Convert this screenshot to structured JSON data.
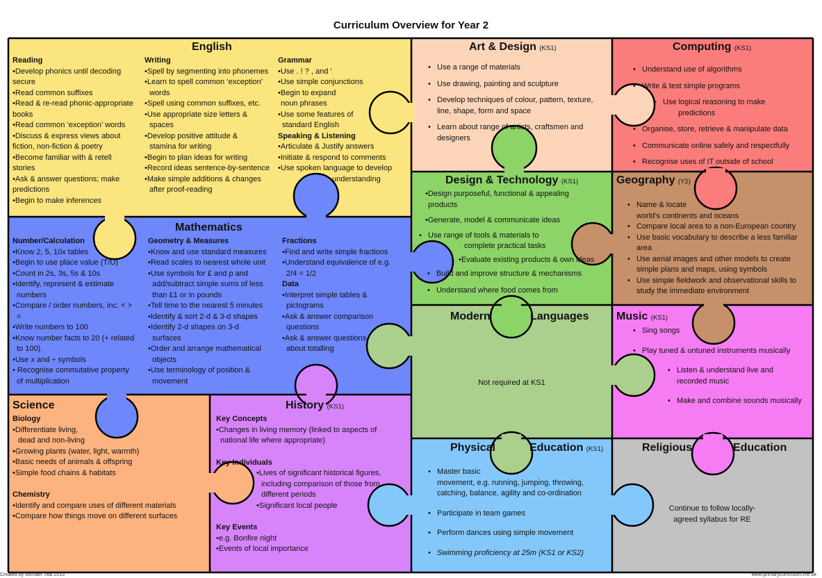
{
  "title": "Curriculum Overview for Year 2",
  "colors": {
    "english": "#fbe57e",
    "art": "#fcd5b8",
    "computing": "#fb7d7b",
    "dt": "#8dd468",
    "geography": "#c6906a",
    "maths": "#6e87fb",
    "mfl": "#abd08e",
    "music": "#f67cf4",
    "science": "#fdb37f",
    "history": "#d784fb",
    "pe": "#84c8fb",
    "re": "#c2c2c2",
    "outline": "#000000"
  },
  "english": {
    "heading": "English",
    "reading_title": "Reading",
    "reading": [
      "•Develop phonics until decoding",
      "secure",
      "•Read common suffixes",
      "•Read & re-read phonic-appropriate",
      "books",
      "•Read common ‘exception’ words",
      "•Discuss & express views about",
      "fiction, non-fiction & poetry",
      "•Become familiar with & retell",
      "stories",
      "•Ask & answer questions; make",
      "predictions",
      "•Begin to make inferences"
    ],
    "writing_title": "Writing",
    "writing": [
      "•Spell by segmenting into phonemes",
      "•Learn to spell common ‘exception’",
      "words",
      "•Spell using common suffixes, etc.",
      "•Use appropriate size letters &",
      "spaces",
      "•Develop positive attitude &",
      "stamina for writing",
      "•Begin to plan ideas for writing",
      "•Record ideas sentence-by-sentence",
      "•Make simple additions & changes",
      "after proof-reading"
    ],
    "grammar_title": "Grammar",
    "grammar": [
      "•Use . ! ? , and ’",
      "•Use simple conjunctions",
      "•Begin to expand",
      " noun phrases",
      "•Use some features of",
      "standard English"
    ],
    "speaking_title": "Speaking & Listening",
    "speaking": [
      "•Articulate & Justify answers",
      "•Initiate & respond to comments",
      "•Use spoken language to develop",
      "understanding"
    ]
  },
  "art": {
    "heading": "Art & Design",
    "stage": "(KS1)",
    "items": [
      "Use a range of materials",
      "Use drawing, painting and sculpture",
      "Develop techniques of colour, pattern, texture,",
      "line, shape, form and space",
      "Learn about range of artists, craftsmen and",
      "designers"
    ]
  },
  "computing": {
    "heading": "Computing",
    "stage": "(KS1)",
    "items": [
      "Understand use of algorithms",
      "Write & test simple programs",
      "Use logical reasoning to make",
      "predictions",
      "Organise, store, retrieve & manipulate data",
      "Communicate online safely and respectfully",
      "Recognise uses of IT outside of school"
    ]
  },
  "dt": {
    "heading": "Design & Technology",
    "stage": "(KS1)",
    "items": [
      "•Design purposeful, functional & appealing",
      "products",
      "•Generate, model & communicate ideas",
      "Use range of tools & materials to",
      "complete practical tasks",
      "•Evaluate existing products & own ideas",
      "Build and improve structure & mechanisms",
      "Understand where food comes from"
    ]
  },
  "geography": {
    "heading": "Geography",
    "stage": "(Y2)",
    "items": [
      "Name & locate",
      "world’s continents and oceans",
      "Compare local area to a non-European country",
      "Use basic vocabulary to describe a less familiar",
      "area",
      "Use aerial images and other models to create",
      "simple plans and maps, using symbols",
      "Use simple fieldwork and observational skills to",
      "study the immediate environment"
    ]
  },
  "maths": {
    "heading": "Mathematics",
    "number_title": "Number/Calculation",
    "number": [
      "•Know 2, 5, 10x tables",
      "•Begin to use place value (T/U)",
      "•Count in 2s, 3s, 5s & 10s",
      "•Identify, represent & estimate",
      "numbers",
      "•Compare / order numbers, inc. < >",
      "=",
      "•Write numbers to 100",
      "•Know number facts to 20 (+ related",
      "to 100)",
      "•Use x  and ÷ symbols",
      "• Recognise commutative property",
      "of multiplication"
    ],
    "geometry_title": "Geometry & Measures",
    "geometry": [
      "•Know and use standard measures",
      "•Read scales to nearest whole unit",
      "•Use symbols for £ and p and",
      "add/subtract simple sums of less",
      "than £1 or in pounds",
      "•Tell time to the nearest 5 minutes",
      "•Identify & sort 2-d & 3-d shapes",
      "•Identify 2-d shapes on 3-d",
      "surfaces",
      "•Order and arrange mathematical",
      "objects",
      "•Use terminology of position &",
      "movement"
    ],
    "fractions_title": "Fractions",
    "fractions": [
      "•Find and write simple fractions",
      "•Understand equivalence of e.g.",
      "2/4 = 1/2"
    ],
    "data_title": "Data",
    "data": [
      "•Interpret simple tables &",
      "pictograms",
      "•Ask & answer comparison",
      "questions",
      "•Ask & answer questions",
      "about totalling"
    ]
  },
  "mfl": {
    "heading_left": "Modern",
    "heading_right": "Languages",
    "note": "Not required at KS1"
  },
  "music": {
    "heading": "Music",
    "stage": "(KS1)",
    "items": [
      "Sing songs",
      "Play tuned & untuned instruments musically",
      "Listen & understand live and",
      "recorded music",
      "Make and combine sounds musically"
    ]
  },
  "science": {
    "heading": "Science",
    "biology_title": "Biology",
    "biology": [
      "•Differentiate living,",
      "  dead and non-living",
      "•Growing plants (water, light, warmth)",
      "•Basic needs of animals & offspring",
      "•Simple food chains & habitats"
    ],
    "chemistry_title": "Chemistry",
    "chemistry": [
      "•Identify and compare uses of different materials",
      "•Compare how things move on different surfaces"
    ]
  },
  "history": {
    "heading": "History",
    "stage": "(KS1)",
    "concepts_title": "Key Concepts",
    "concepts": [
      "•Changes in living memory (linked to aspects of",
      "national life where appropriate)"
    ],
    "individuals_title": "Key Individuals",
    "individuals": [
      "•Lives of significant historical figures,",
      "including comparison of those from",
      "different periods",
      "•Significant local people"
    ],
    "events_title": "Key Events",
    "events": [
      "•e.g. Bonfire night",
      "•Events of local importance"
    ]
  },
  "pe": {
    "heading_left": "Physical",
    "heading_right": "Education",
    "stage": "(KS1)",
    "items": [
      "Master basic",
      "movement, e.g. running, jumping, throwing,",
      "catching, balance, agility and co-ordination",
      "Participate in team games",
      "Perform dances using simple movement",
      "Swimming proficiency at 25m (KS1 or KS2)"
    ]
  },
  "re": {
    "heading_left": "Religious",
    "heading_right": "Education",
    "note": [
      "Continue to follow locally-",
      "agreed syllabus for RE"
    ]
  },
  "footer": {
    "left": "Created by Michael Tidd 2013",
    "right": "www.primarycurriculum.me.uk"
  }
}
